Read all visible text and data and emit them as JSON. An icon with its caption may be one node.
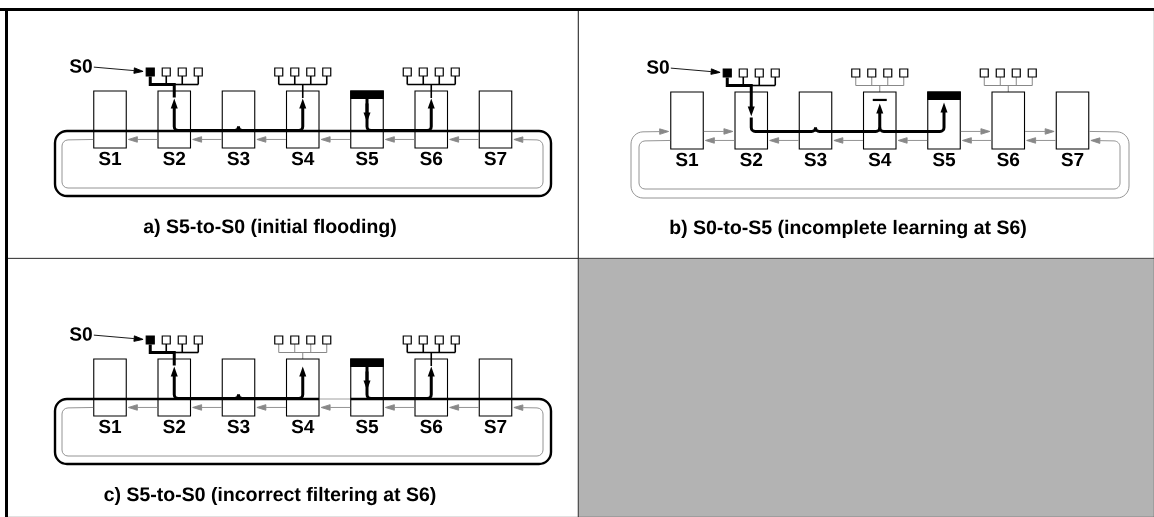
{
  "diagram": {
    "nodes": [
      {
        "text": [
          "a) S5-to-S0 (initial flooding)"
        ]
      },
      {
        "text": [
          "S0"
        ],
        "in": 0
      },
      {
        "text": [],
        "shape": "box",
        "in": 0
      },
      {
        "text": [
          "S1"
        ],
        "in": 0
      },
      {
        "text": [
          "S2"
        ],
        "in": 0
      },
      {
        "text": [
          "S3"
        ],
        "in": 0
      },
      {
        "text": [
          "S4"
        ],
        "in": 0
      },
      {
        "text": [
          "S5"
        ],
        "in": 0
      },
      {
        "text": [
          "S6"
        ],
        "in": 0
      },
      {
        "text": [
          "S7"
        ],
        "in": 0
      },
      {
        "text": [
          "b) S0-to-S5 (incomplete learning at S6)"
        ]
      },
      {
        "text": [
          "S0"
        ],
        "in": 10
      },
      {
        "text": [],
        "shape": "box",
        "in": 10
      },
      {
        "text": [
          "S1"
        ],
        "in": 10
      },
      {
        "text": [
          "S2"
        ],
        "in": 10
      },
      {
        "text": [
          "S3"
        ],
        "in": 10
      },
      {
        "text": [
          "S4"
        ],
        "in": 10
      },
      {
        "text": [
          "S5"
        ],
        "in": 10
      },
      {
        "text": [
          "S6"
        ],
        "in": 10
      },
      {
        "text": [
          "S7"
        ],
        "in": 10
      },
      {
        "text": [
          "c) S5-to-S0 (incorrect filtering at S6)"
        ]
      },
      {
        "text": [
          "S0"
        ],
        "in": 20
      },
      {
        "text": [],
        "shape": "box",
        "in": 20
      },
      {
        "text": [
          "S1"
        ],
        "in": 20
      },
      {
        "text": [
          "S2"
        ],
        "in": 20
      },
      {
        "text": [
          "S3"
        ],
        "in": 20
      },
      {
        "text": [
          "S4"
        ],
        "in": 20
      },
      {
        "text": [
          "S5"
        ],
        "in": 20
      },
      {
        "text": [
          "S6"
        ],
        "in": 20
      },
      {
        "text": [
          "S7"
        ],
        "in": 20
      },
      {
        "text": [],
        "shape": "box"
      }
    ],
    "edges": [
      {
        "from": 1,
        "to": 2,
        "arrow": "to",
        "color": "#000000"
      },
      {
        "from": 9,
        "to": 8,
        "arrow": "to"
      },
      {
        "from": 8,
        "to": 7,
        "arrow": "to"
      },
      {
        "from": 7,
        "to": 6,
        "arrow": "to"
      },
      {
        "from": 6,
        "to": 5,
        "arrow": "to"
      },
      {
        "from": 5,
        "to": 4,
        "arrow": "to"
      },
      {
        "from": 4,
        "to": 3,
        "arrow": "to"
      },
      {
        "from": 3,
        "to": 9,
        "arrow": "to"
      },
      {
        "from": 4,
        "to": 2,
        "arrow": "none",
        "style": "thick",
        "color": "#000000"
      },
      {
        "from": 5,
        "to": 4,
        "arrow": "to",
        "style": "thick",
        "color": "#000000"
      },
      {
        "from": 5,
        "to": 6,
        "arrow": "to",
        "style": "thick",
        "color": "#000000"
      },
      {
        "from": 7,
        "to": 8,
        "arrow": "to",
        "style": "thick",
        "color": "#000000"
      },
      {
        "from": 11,
        "to": 12,
        "arrow": "to",
        "color": "#000000"
      },
      {
        "from": 19,
        "to": 18,
        "arrow": "to"
      },
      {
        "from": 18,
        "to": 17,
        "arrow": "to"
      },
      {
        "from": 17,
        "to": 16,
        "arrow": "to"
      },
      {
        "from": 16,
        "to": 15,
        "arrow": "to"
      },
      {
        "from": 15,
        "to": 14,
        "arrow": "to"
      },
      {
        "from": 14,
        "to": 13,
        "arrow": "to"
      },
      {
        "from": 13,
        "to": 19,
        "arrow": "to"
      },
      {
        "from": 19,
        "to": 13,
        "arrow": "to"
      },
      {
        "from": 13,
        "to": 14,
        "arrow": "to"
      },
      {
        "from": 17,
        "to": 18,
        "arrow": "to"
      },
      {
        "from": 18,
        "to": 19,
        "arrow": "to"
      },
      {
        "from": 12,
        "to": 14,
        "arrow": "to",
        "style": "thick",
        "color": "#000000"
      },
      {
        "from": 14,
        "to": 15,
        "arrow": "none",
        "style": "thick",
        "color": "#000000"
      },
      {
        "from": 15,
        "to": 16,
        "arrow": "to",
        "style": "thick",
        "color": "#000000"
      },
      {
        "from": 16,
        "to": 17,
        "arrow": "to",
        "style": "thick",
        "color": "#000000"
      },
      {
        "from": 21,
        "to": 22,
        "arrow": "to",
        "color": "#000000"
      },
      {
        "from": 29,
        "to": 28,
        "arrow": "to"
      },
      {
        "from": 28,
        "to": 27,
        "arrow": "to"
      },
      {
        "from": 27,
        "to": 26,
        "arrow": "to"
      },
      {
        "from": 26,
        "to": 25,
        "arrow": "to"
      },
      {
        "from": 25,
        "to": 24,
        "arrow": "to"
      },
      {
        "from": 24,
        "to": 23,
        "arrow": "to"
      },
      {
        "from": 23,
        "to": 29,
        "arrow": "to"
      },
      {
        "from": 24,
        "to": 22,
        "arrow": "none",
        "style": "thick",
        "color": "#000000"
      },
      {
        "from": 25,
        "to": 24,
        "arrow": "to",
        "style": "thick",
        "color": "#000000"
      },
      {
        "from": 25,
        "to": 26,
        "arrow": "to",
        "style": "thick",
        "color": "#000000"
      },
      {
        "from": 27,
        "to": 28,
        "arrow": "to",
        "style": "thick",
        "color": "#000000"
      }
    ]
  }
}
